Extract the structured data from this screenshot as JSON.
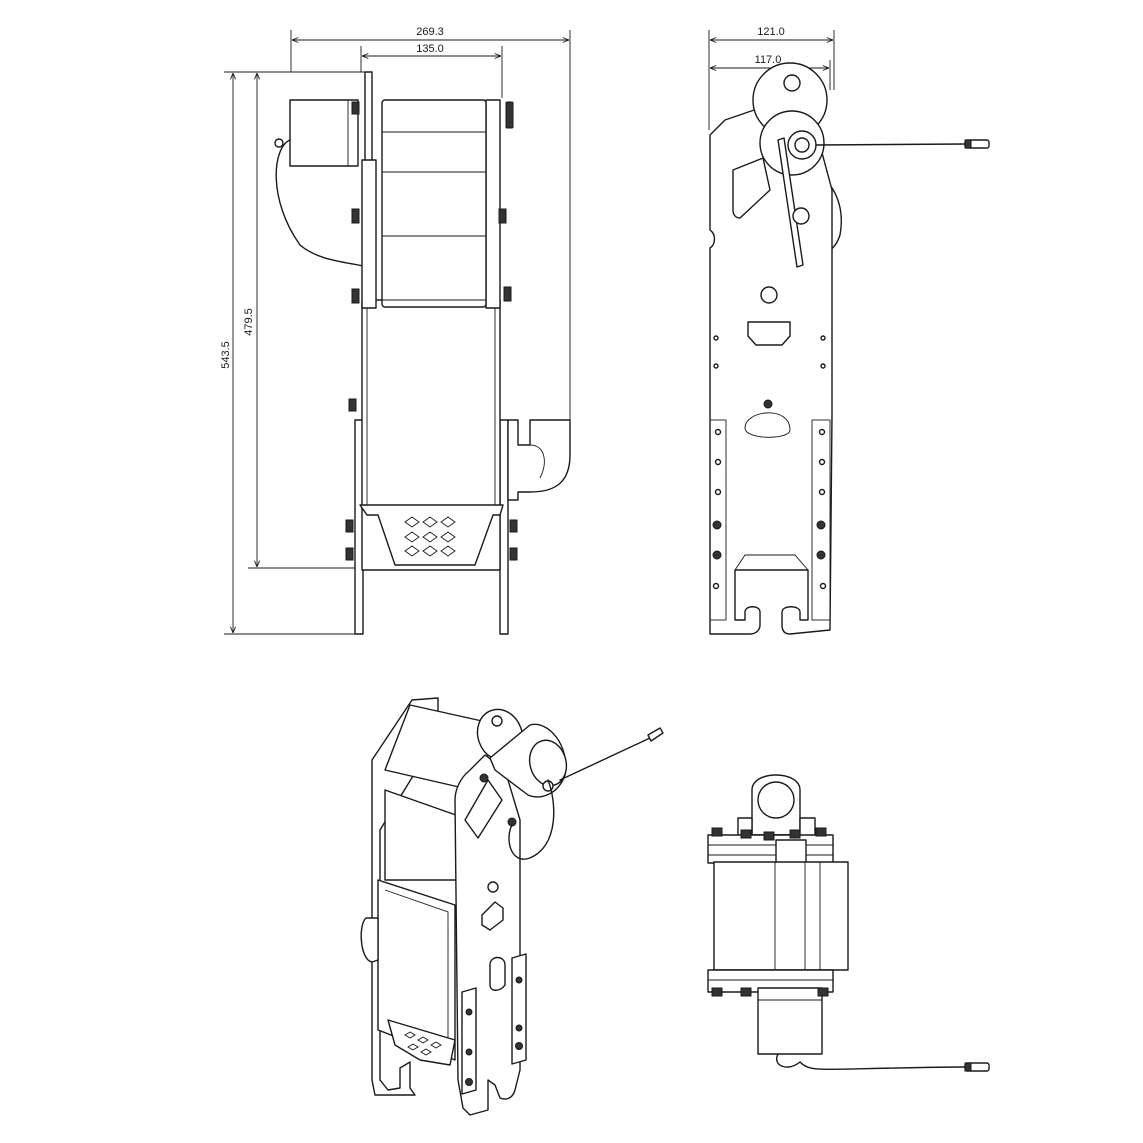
{
  "dimensions": {
    "front_overall_width": "269.3",
    "front_inner_width": "135.0",
    "front_overall_height": "543.5",
    "front_inner_height": "479.5",
    "side_overall_width": "121.0",
    "side_inner_width": "117.0"
  },
  "colors": {
    "line": "#1a1a1a",
    "background": "#ffffff"
  }
}
